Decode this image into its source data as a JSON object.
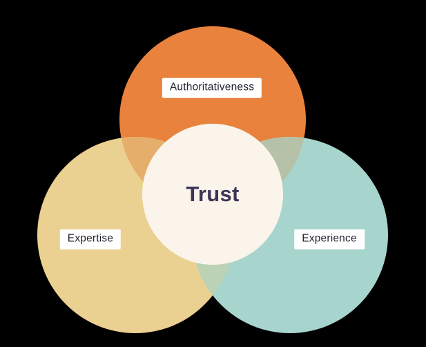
{
  "diagram": {
    "type": "venn",
    "center": {
      "label": "Trust"
    },
    "sets": [
      {
        "id": "authoritativeness",
        "label": "Authoritativeness",
        "color": "#E8823C"
      },
      {
        "id": "expertise",
        "label": "Expertise",
        "color": "#EBD191"
      },
      {
        "id": "experience",
        "label": "Experience",
        "color": "#A8D4CE"
      }
    ],
    "overlap_colors": {
      "authoritativeness_expertise": "#E5AF6B",
      "authoritativeness_experience": "#B6C2A8",
      "expertise_experience": "#BCD2B5"
    },
    "colors": {
      "background": "#000000",
      "center_circle": "#FAF4EB",
      "center_text": "#3D3458",
      "label_background": "#FFFFFF",
      "label_text": "#1F2430"
    }
  }
}
